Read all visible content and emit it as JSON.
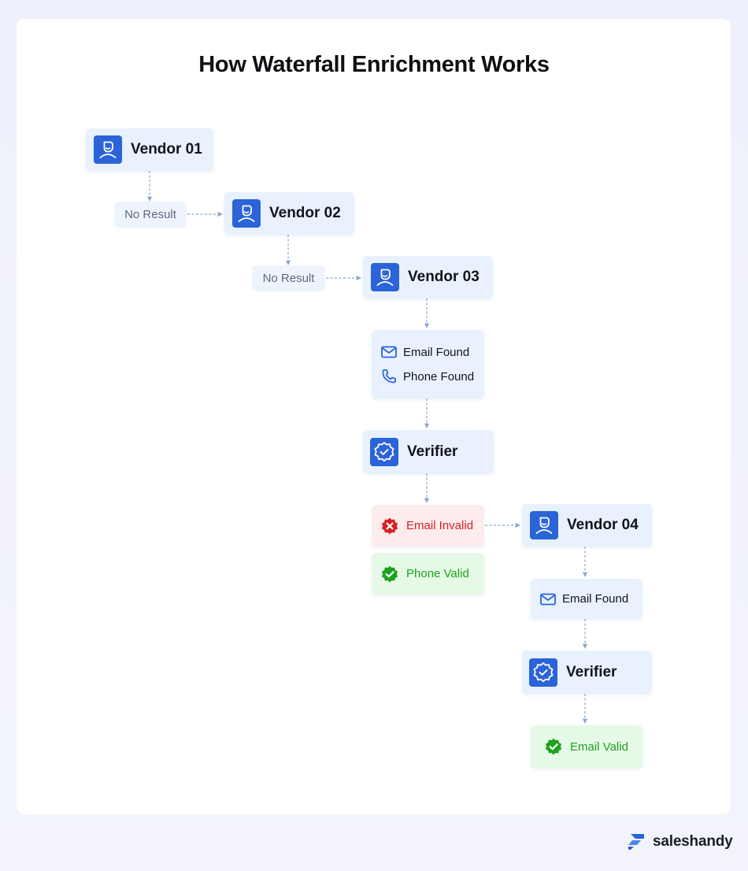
{
  "title": "How Waterfall Enrichment Works",
  "colors": {
    "vendor_bg": "#e8f1fd",
    "icon_blue": "#2b63d9",
    "invalid_red": "#d61f26",
    "valid_green": "#1ea21e",
    "connector": "#8aa7cf"
  },
  "nodes": {
    "vendor01": {
      "label": "Vendor 01",
      "icon": "vendor-icon"
    },
    "no_result_1": {
      "label": "No Result"
    },
    "vendor02": {
      "label": "Vendor 02",
      "icon": "vendor-icon"
    },
    "no_result_2": {
      "label": "No Result"
    },
    "vendor03": {
      "label": "Vendor 03",
      "icon": "vendor-icon"
    },
    "found_1": {
      "email": "Email Found",
      "phone": "Phone Found",
      "email_icon": "mail-icon",
      "phone_icon": "phone-icon"
    },
    "verifier_1": {
      "label": "Verifier",
      "icon": "verified-badge-icon"
    },
    "email_invalid": {
      "label": "Email Invalid",
      "icon": "x-badge-icon"
    },
    "phone_valid": {
      "label": "Phone Valid",
      "icon": "check-badge-icon"
    },
    "vendor04": {
      "label": "Vendor 04",
      "icon": "vendor-icon"
    },
    "found_2": {
      "email": "Email Found",
      "email_icon": "mail-icon"
    },
    "verifier_2": {
      "label": "Verifier",
      "icon": "verified-badge-icon"
    },
    "email_valid": {
      "label": "Email Valid",
      "icon": "check-badge-icon"
    }
  },
  "edges": [
    [
      "vendor01",
      "no_result_1"
    ],
    [
      "no_result_1",
      "vendor02"
    ],
    [
      "vendor02",
      "no_result_2"
    ],
    [
      "no_result_2",
      "vendor03"
    ],
    [
      "vendor03",
      "found_1"
    ],
    [
      "found_1",
      "verifier_1"
    ],
    [
      "verifier_1",
      "email_invalid"
    ],
    [
      "email_invalid",
      "vendor04"
    ],
    [
      "vendor04",
      "found_2"
    ],
    [
      "found_2",
      "verifier_2"
    ],
    [
      "verifier_2",
      "email_valid"
    ]
  ],
  "brand": {
    "name": "saleshandy",
    "icon": "saleshandy-logo-icon"
  }
}
